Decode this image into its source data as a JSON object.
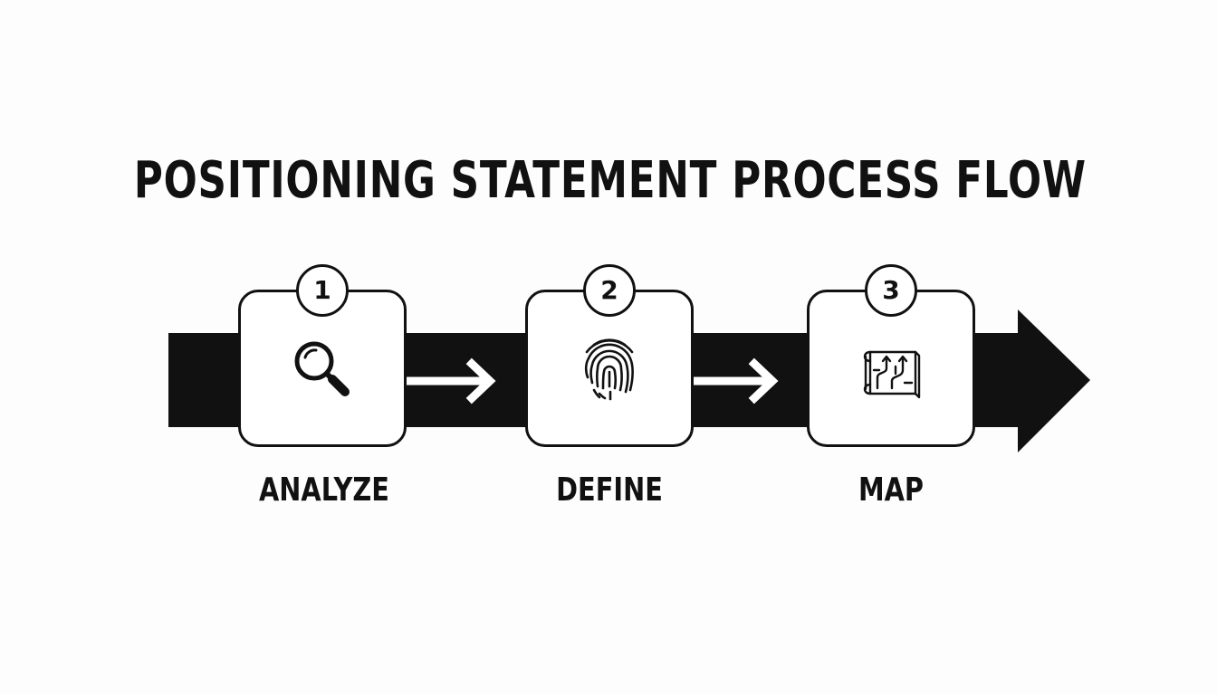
{
  "title": "POSITIONING STATEMENT PROCESS FLOW",
  "colors": {
    "ink": "#111111",
    "background": "#fdfdfd",
    "box_fill": "#ffffff"
  },
  "steps": [
    {
      "number": "1",
      "label": "ANALYZE",
      "icon": "magnifying-glass-icon"
    },
    {
      "number": "2",
      "label": "DEFINE",
      "icon": "fingerprint-icon"
    },
    {
      "number": "3",
      "label": "MAP",
      "icon": "map-route-icon"
    }
  ]
}
